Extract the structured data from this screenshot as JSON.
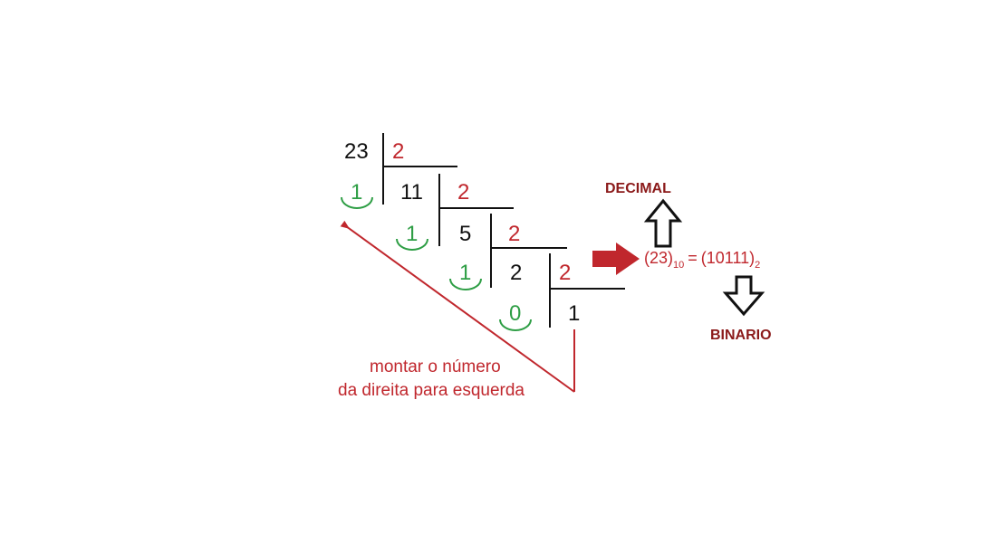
{
  "colors": {
    "red": "#c0272d",
    "green": "#2e9e45",
    "dark_red": "#8b1a1a",
    "black": "#111111"
  },
  "division": {
    "dividends": [
      "23",
      "11",
      "5",
      "2",
      "1"
    ],
    "divisor": "2",
    "remainders": [
      "1",
      "1",
      "1",
      "0"
    ]
  },
  "note": {
    "line1": "montar o número",
    "line2": "da direita para esquerda"
  },
  "equation": {
    "decimal_value": "(23)",
    "decimal_base": "10",
    "equals": "=",
    "binary_value": "(10111)",
    "binary_base": "2"
  },
  "labels": {
    "decimal": "DECIMAL",
    "binary": "BINARIO"
  },
  "icons": {
    "arrow_right": "right-arrow-icon",
    "arrow_up": "up-arrow-outline-icon",
    "arrow_down": "down-arrow-outline-icon",
    "arrow_back": "diagonal-arrow-icon"
  }
}
